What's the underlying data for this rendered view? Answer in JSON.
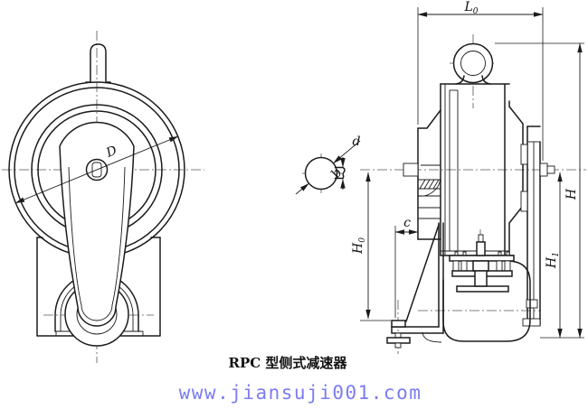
{
  "drawing": {
    "caption": "RPC 型侧式减速器",
    "watermark": "www.jiansuji001.com",
    "colors": {
      "line": "#1b1b1b",
      "watermark": "#7b7cf2"
    },
    "labels": {
      "L0": {
        "base": "L",
        "sub": "0"
      },
      "H": "H",
      "H0": {
        "base": "H",
        "sub": "0"
      },
      "H1": {
        "base": "H",
        "sub": "1"
      },
      "D": "D",
      "d": "d",
      "b": "b",
      "c": "c"
    }
  }
}
